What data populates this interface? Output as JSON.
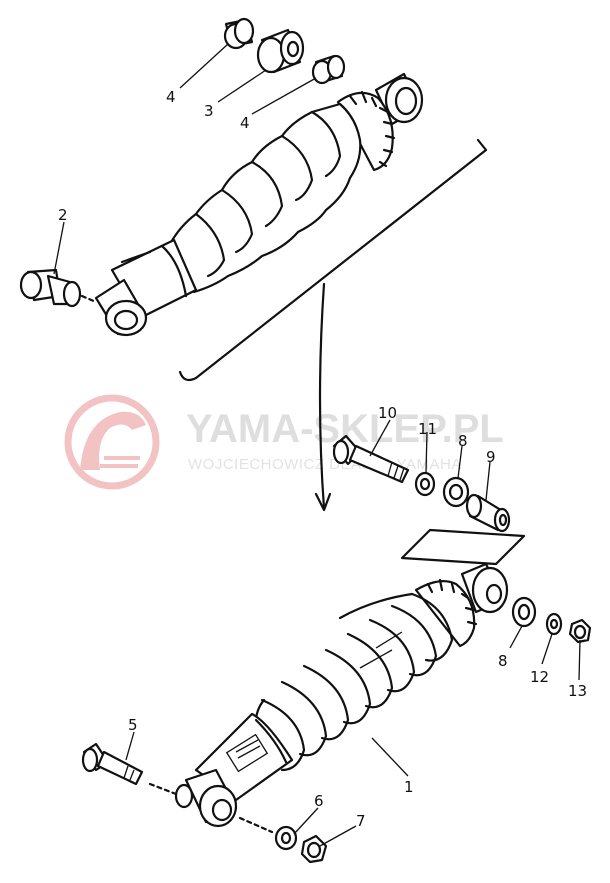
{
  "watermark": {
    "brand": "YAMA-SKLEP.PL",
    "tagline": "WOJCIECHOWICZ DEALER YAMAHA",
    "color": "#f2b8b8"
  },
  "callouts": [
    {
      "id": "c4a",
      "label": "4"
    },
    {
      "id": "c3",
      "label": "3"
    },
    {
      "id": "c4b",
      "label": "4"
    },
    {
      "id": "c2",
      "label": "2"
    },
    {
      "id": "c10",
      "label": "10"
    },
    {
      "id": "c11",
      "label": "11"
    },
    {
      "id": "c8a",
      "label": "8"
    },
    {
      "id": "c9",
      "label": "9"
    },
    {
      "id": "c8b",
      "label": "8"
    },
    {
      "id": "c12",
      "label": "12"
    },
    {
      "id": "c13",
      "label": "13"
    },
    {
      "id": "c1",
      "label": "1"
    },
    {
      "id": "c5",
      "label": "5"
    },
    {
      "id": "c6",
      "label": "6"
    },
    {
      "id": "c7",
      "label": "7"
    }
  ]
}
